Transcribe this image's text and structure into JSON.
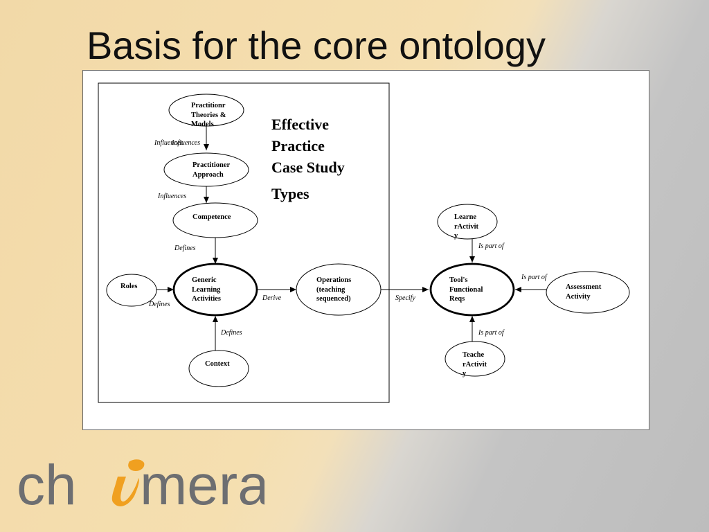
{
  "slide": {
    "title": "Basis for the core ontology"
  },
  "diagram": {
    "heading": "Effective\nPractice\nCase Study",
    "subheading": "Types",
    "nodes": {
      "practitioner_theories": "Practitionr\nTheories &\nModels",
      "practitioner_approach": "Practitioner\nApproach",
      "competence": "Competence",
      "generic_learning": "Generic\nLearning\nActivities",
      "roles": "Roles",
      "context": "Context",
      "operations": "Operations\n(teaching\nsequenced)",
      "tools_functional": "Tool's\nFunctional\nReqs",
      "learner_activity": "Learne\nrActivit\ny",
      "assessment_activity": "Assessment\nActivity",
      "teacher_activity": "Teache\nrActivit\ny"
    },
    "edge_labels": {
      "influences_1a": "Influences",
      "influences_1b": "Influences",
      "influences_2": "Influences",
      "defines_competence": "Defines",
      "defines_roles": "Defines",
      "defines_context": "Defines",
      "derive": "Derive",
      "specify": "Specify",
      "is_part_of_learner": "Is part of",
      "is_part_of_assessment": "Is part of",
      "is_part_of_teacher": "Is part of"
    }
  },
  "logo": {
    "text_left": "ch",
    "text_right": "mera",
    "colors": {
      "gray": "#6d6e71",
      "orange": "#f0a020"
    }
  }
}
